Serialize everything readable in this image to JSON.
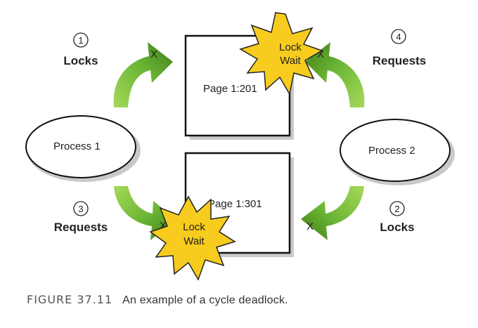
{
  "diagram": {
    "pages": [
      {
        "id": "page-1-201",
        "label": "Page 1:201"
      },
      {
        "id": "page-1-301",
        "label": "Page 1:301"
      }
    ],
    "processes": [
      {
        "id": "process-1",
        "label": "Process 1"
      },
      {
        "id": "process-2",
        "label": "Process 2"
      }
    ],
    "steps": [
      {
        "number": "1",
        "label": "Locks",
        "arrow_mark": "X"
      },
      {
        "number": "2",
        "label": "Locks",
        "arrow_mark": "X"
      },
      {
        "number": "3",
        "label": "Requests",
        "arrow_mark": "X"
      },
      {
        "number": "4",
        "label": "Requests",
        "arrow_mark": "X"
      }
    ],
    "lock_wait": {
      "line1": "Lock",
      "line2": "Wait"
    },
    "colors": {
      "arrow_fill": "#6bb534",
      "arrow_light": "#a6d95a",
      "arrow_dark": "#3e7c19",
      "burst_fill": "#f7cc1e",
      "box_stroke": "#111111"
    }
  },
  "caption": {
    "figure_label": "FIGURE 37.11",
    "text": "An example of a cycle deadlock."
  }
}
